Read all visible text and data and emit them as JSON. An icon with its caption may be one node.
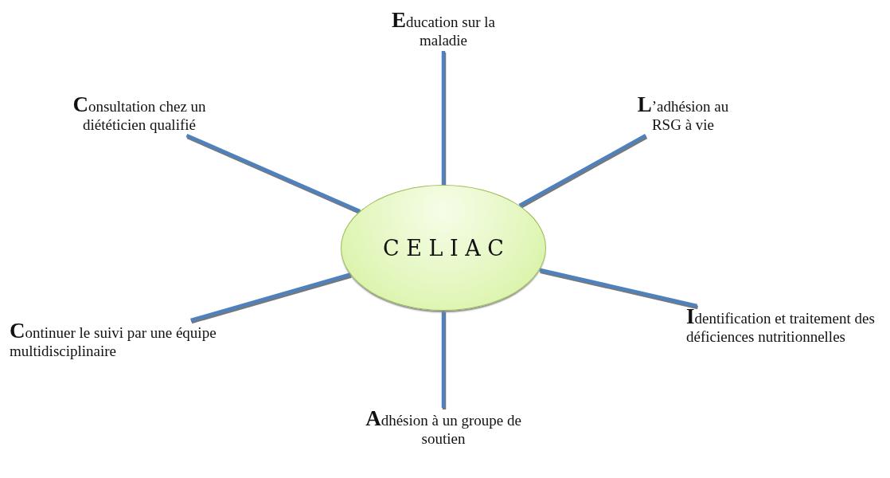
{
  "diagram": {
    "nodes": [
      {
        "text": [
          "C E L I A C"
        ]
      },
      {
        "text": [
          "**E**ducation sur la maladie"
        ]
      },
      {
        "text": [
          "**L**’adhésion au RSG à vie"
        ]
      },
      {
        "text": [
          "**I**dentification et traitement des déficiences nutritionnelles"
        ]
      },
      {
        "text": [
          "**A**dhésion à un groupe de soutien"
        ]
      },
      {
        "text": [
          "**C**ontinuer le suivi par une équipe multidisciplinaire"
        ]
      },
      {
        "text": [
          "**C**onsultation chez un diététicien  qualifié"
        ]
      }
    ],
    "edges": [
      {
        "from": 0,
        "to": 1,
        "arrow": "none"
      },
      {
        "from": 0,
        "to": 2,
        "arrow": "none"
      },
      {
        "from": 0,
        "to": 3,
        "arrow": "none"
      },
      {
        "from": 0,
        "to": 4,
        "arrow": "none"
      },
      {
        "from": 0,
        "to": 5,
        "arrow": "none"
      },
      {
        "from": 0,
        "to": 6,
        "arrow": "none"
      }
    ]
  }
}
